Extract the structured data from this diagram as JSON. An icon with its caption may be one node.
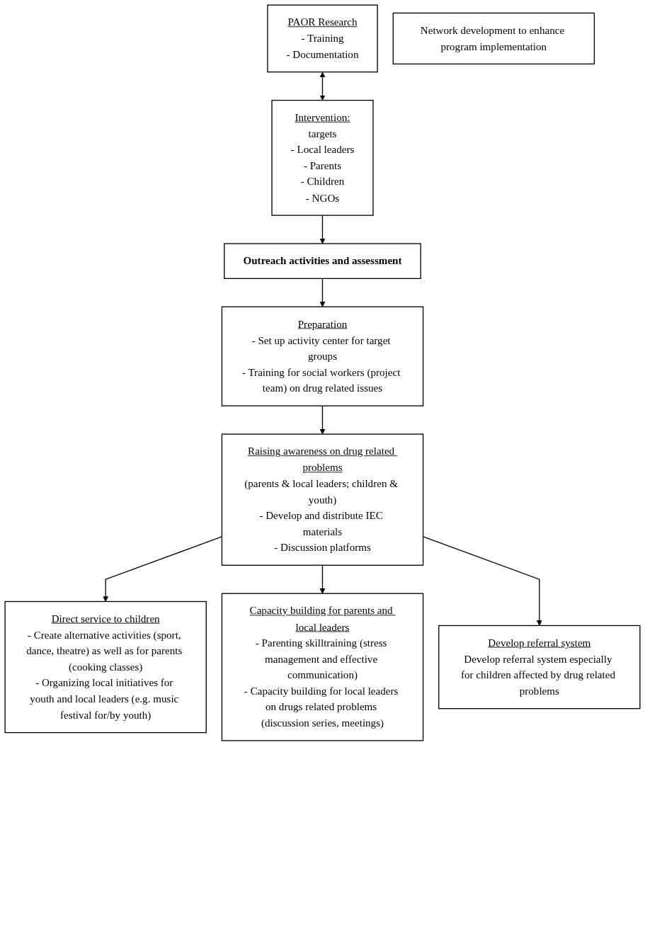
{
  "diagram": {
    "nodes": [
      {
        "text": [
          "PAOR Research",
          "- Training",
          "- Documentation"
        ]
      },
      {
        "text": [
          "Intervention:",
          "targets",
          "- Local leaders",
          "- Parents",
          "- Children",
          "- NGOs"
        ]
      },
      {
        "text": [
          "Outreach activities and assessment"
        ]
      },
      {
        "text": [
          "Preparation",
          "- Set up activity center for target groups",
          "- Training for social workers (project team) on drug related issues"
        ]
      },
      {
        "text": [
          "Raising awareness on drug related problems",
          "(parents & local leaders; children & youth)",
          "- Develop and distribute IEC materials",
          "- Discussion platforms"
        ]
      },
      {
        "text": [
          "Direct service to children",
          "- Create alternative activities (sport, dance, theatre) as well as for parents (cooking classes)",
          "- Organizing local initiatives for youth and local leaders (e.g. music festival for/by youth)"
        ]
      },
      {
        "text": [
          "Capacity building for parents and local leaders",
          "- Parenting skilltraining (stress management and effective communication)",
          "- Capacity building for local leaders on drugs related problems (discussion series, meetings)"
        ]
      },
      {
        "text": [
          "Develop referral system",
          "Develop referral system especially for children affected by drug related problems"
        ]
      },
      {
        "text": [
          "Network development to enhance program implementation"
        ]
      }
    ],
    "edges": [
      {
        "from": 0,
        "to": 1,
        "arrow": "both"
      },
      {
        "from": 1,
        "to": 2,
        "arrow": "to"
      },
      {
        "from": 2,
        "to": 3,
        "arrow": "to"
      },
      {
        "from": 3,
        "to": 4,
        "arrow": "to"
      },
      {
        "from": 4,
        "to": 5,
        "arrow": "to"
      },
      {
        "from": 4,
        "to": 6,
        "arrow": "to"
      },
      {
        "from": 4,
        "to": 7,
        "arrow": "to"
      }
    ]
  }
}
